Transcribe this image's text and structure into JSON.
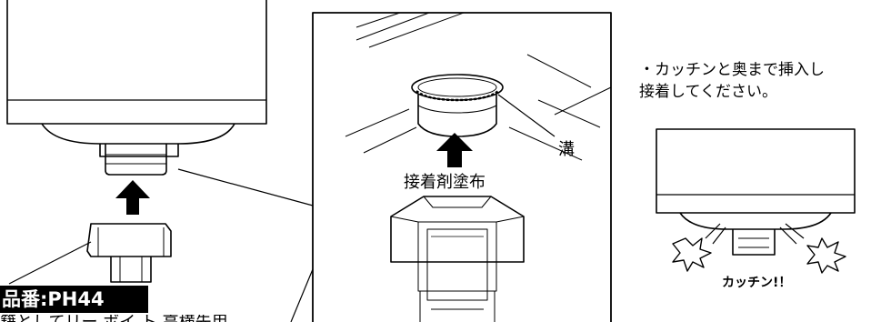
{
  "labels": {
    "adhesive": "接着剤塗布",
    "groove": "溝",
    "product_badge": "品番:PH44",
    "cut_text": "籍としてリー ボイ ト 高横先用",
    "instruction_line1": "・カッチンと奥まで挿入し",
    "instruction_line2": "接着してください。",
    "click_sound": "カッチン!！"
  },
  "colors": {
    "line": "#000000",
    "badge_bg": "#000000",
    "badge_text": "#ffffff",
    "background": "#ffffff"
  },
  "icons": [
    "up-arrow-icon",
    "up-arrow-icon",
    "burst-icon",
    "burst-icon"
  ]
}
